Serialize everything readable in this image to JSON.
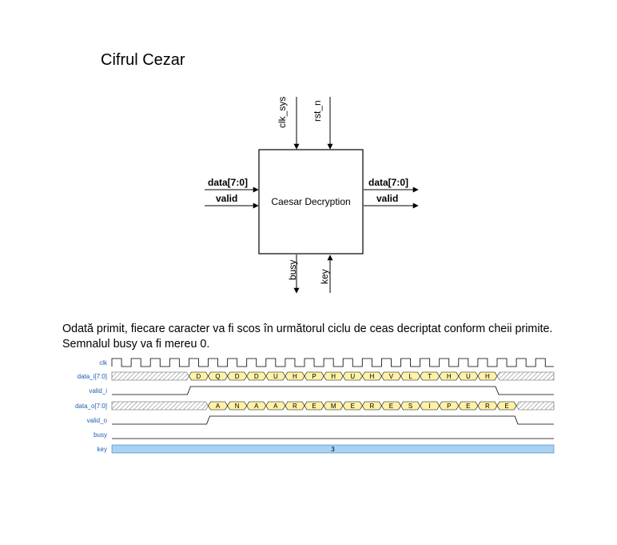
{
  "page": {
    "title": "Cifrul Cezar"
  },
  "block": {
    "name": "Caesar Decryption",
    "inputs": {
      "data": "data[7:0]",
      "valid": "valid",
      "clk": "clk_sys",
      "rst": "rst_n",
      "key": "key"
    },
    "outputs": {
      "data": "data[7:0]",
      "valid": "valid",
      "busy": "busy"
    }
  },
  "description": "Odată primit, fiecare caracter va fi scos în următorul ciclu de ceas decriptat conform cheii primite. Semnalul busy va fi mereu 0.",
  "timing": {
    "signals": {
      "clk": "clk",
      "data_i": "data_i[7:0]",
      "valid_i": "valid_i",
      "data_o": "data_o[7:0]",
      "valid_o": "valid_o",
      "busy": "busy",
      "key": "key"
    },
    "data_i_values": [
      "D",
      "Q",
      "D",
      "D",
      "U",
      "H",
      "P",
      "H",
      "U",
      "H",
      "V",
      "L",
      "T",
      "H",
      "U",
      "H"
    ],
    "data_o_values": [
      "A",
      "N",
      "A",
      "A",
      "R",
      "E",
      "M",
      "E",
      "R",
      "E",
      "S",
      "I",
      "P",
      "E",
      "R",
      "E"
    ],
    "key_value": "3",
    "colors": {
      "label": "#1f5fb0",
      "data_fill": "#fff2a8",
      "key_fill": "#a9d2f2",
      "hatch": "#888888"
    }
  }
}
